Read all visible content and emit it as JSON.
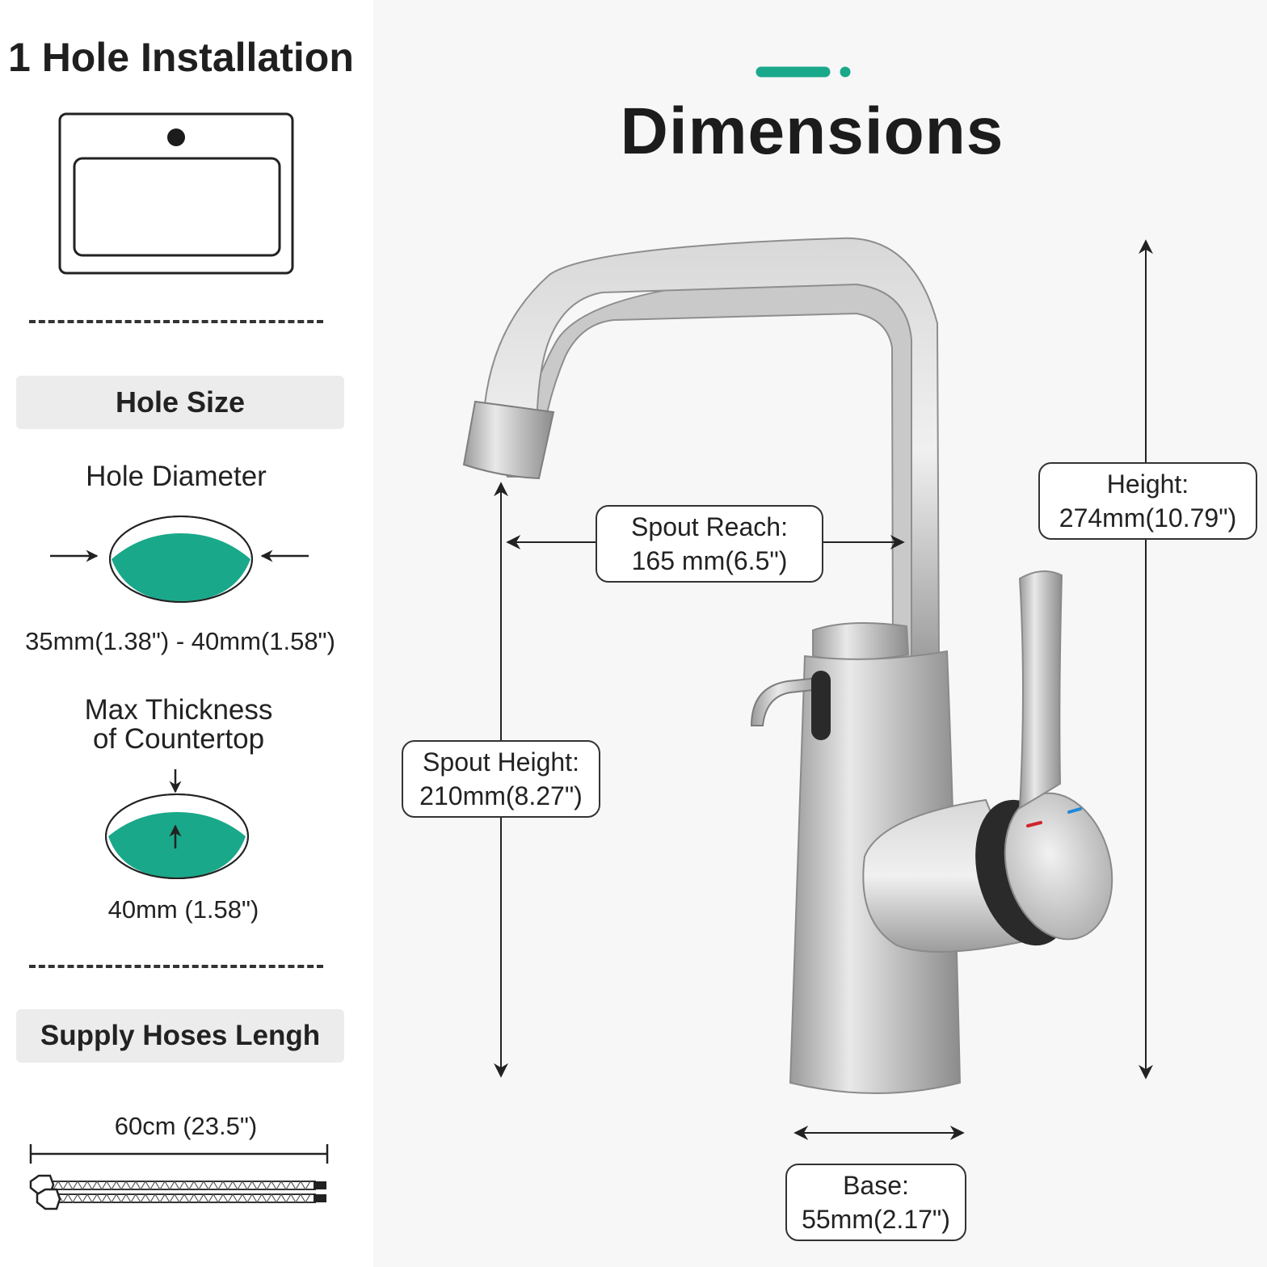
{
  "left_panel": {
    "title": "1 Hole Installation",
    "hole_size_heading": "Hole Size",
    "hole_diameter_label": "Hole Diameter",
    "hole_diameter_value": "35mm(1.38\") - 40mm(1.58\")",
    "thickness_label_line1": "Max Thickness",
    "thickness_label_line2": "of Countertop",
    "thickness_value": "40mm (1.58\")",
    "supply_heading": "Supply Hoses Lengh",
    "supply_value": "60cm (23.5\")"
  },
  "main": {
    "title": "Dimensions",
    "spout_reach": {
      "label": "Spout Reach:",
      "value": "165 mm(6.5\")"
    },
    "height": {
      "label": "Height:",
      "value": "274mm(10.79\")"
    },
    "spout_height": {
      "label": "Spout Height:",
      "value": "210mm(8.27\")"
    },
    "base": {
      "label": "Base:",
      "value": "55mm(2.17\")"
    }
  },
  "colors": {
    "accent": "#1aa88a",
    "hot": "#d0242c",
    "cold": "#1e88d8"
  }
}
